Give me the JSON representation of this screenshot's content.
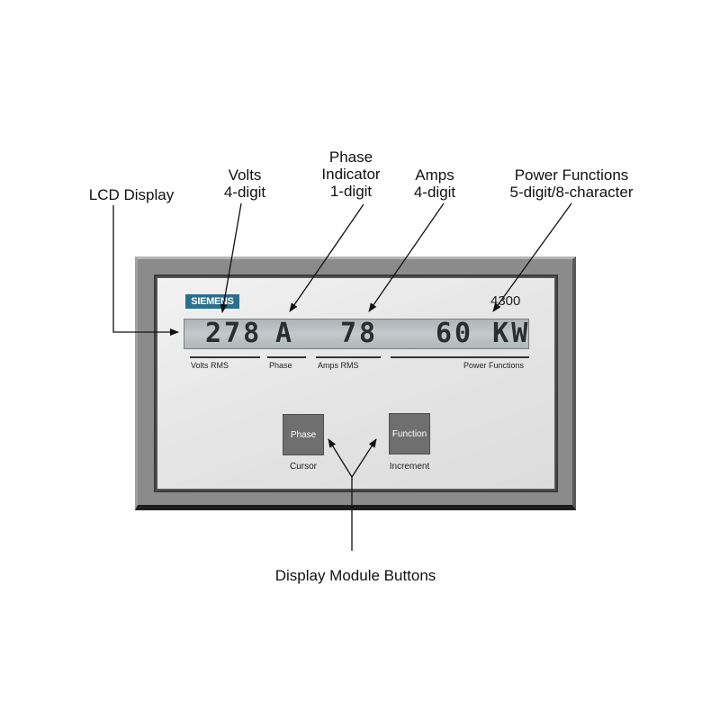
{
  "callouts": {
    "lcd_display": "LCD  Display",
    "volts": [
      "Volts",
      "4-digit"
    ],
    "phase": [
      "Phase",
      "Indicator",
      "1-digit"
    ],
    "amps": [
      "Amps",
      "4-digit"
    ],
    "power": [
      "Power  Functions",
      "5-digit/8-character"
    ],
    "buttons": "Display  Module  Buttons"
  },
  "device": {
    "brand": "SIEMENS",
    "model": "4300",
    "lcd": {
      "volts": "278",
      "phase": "A",
      "amps": "78",
      "power": "60 KW"
    },
    "lcd_labels": {
      "volts": "Volts RMS",
      "phase": "Phase",
      "amps": "Amps RMS",
      "power": "Power Functions"
    },
    "buttons": {
      "phase": {
        "label": "Phase",
        "sub": "Cursor"
      },
      "function": {
        "label": "Function",
        "sub": "Increment"
      }
    }
  }
}
